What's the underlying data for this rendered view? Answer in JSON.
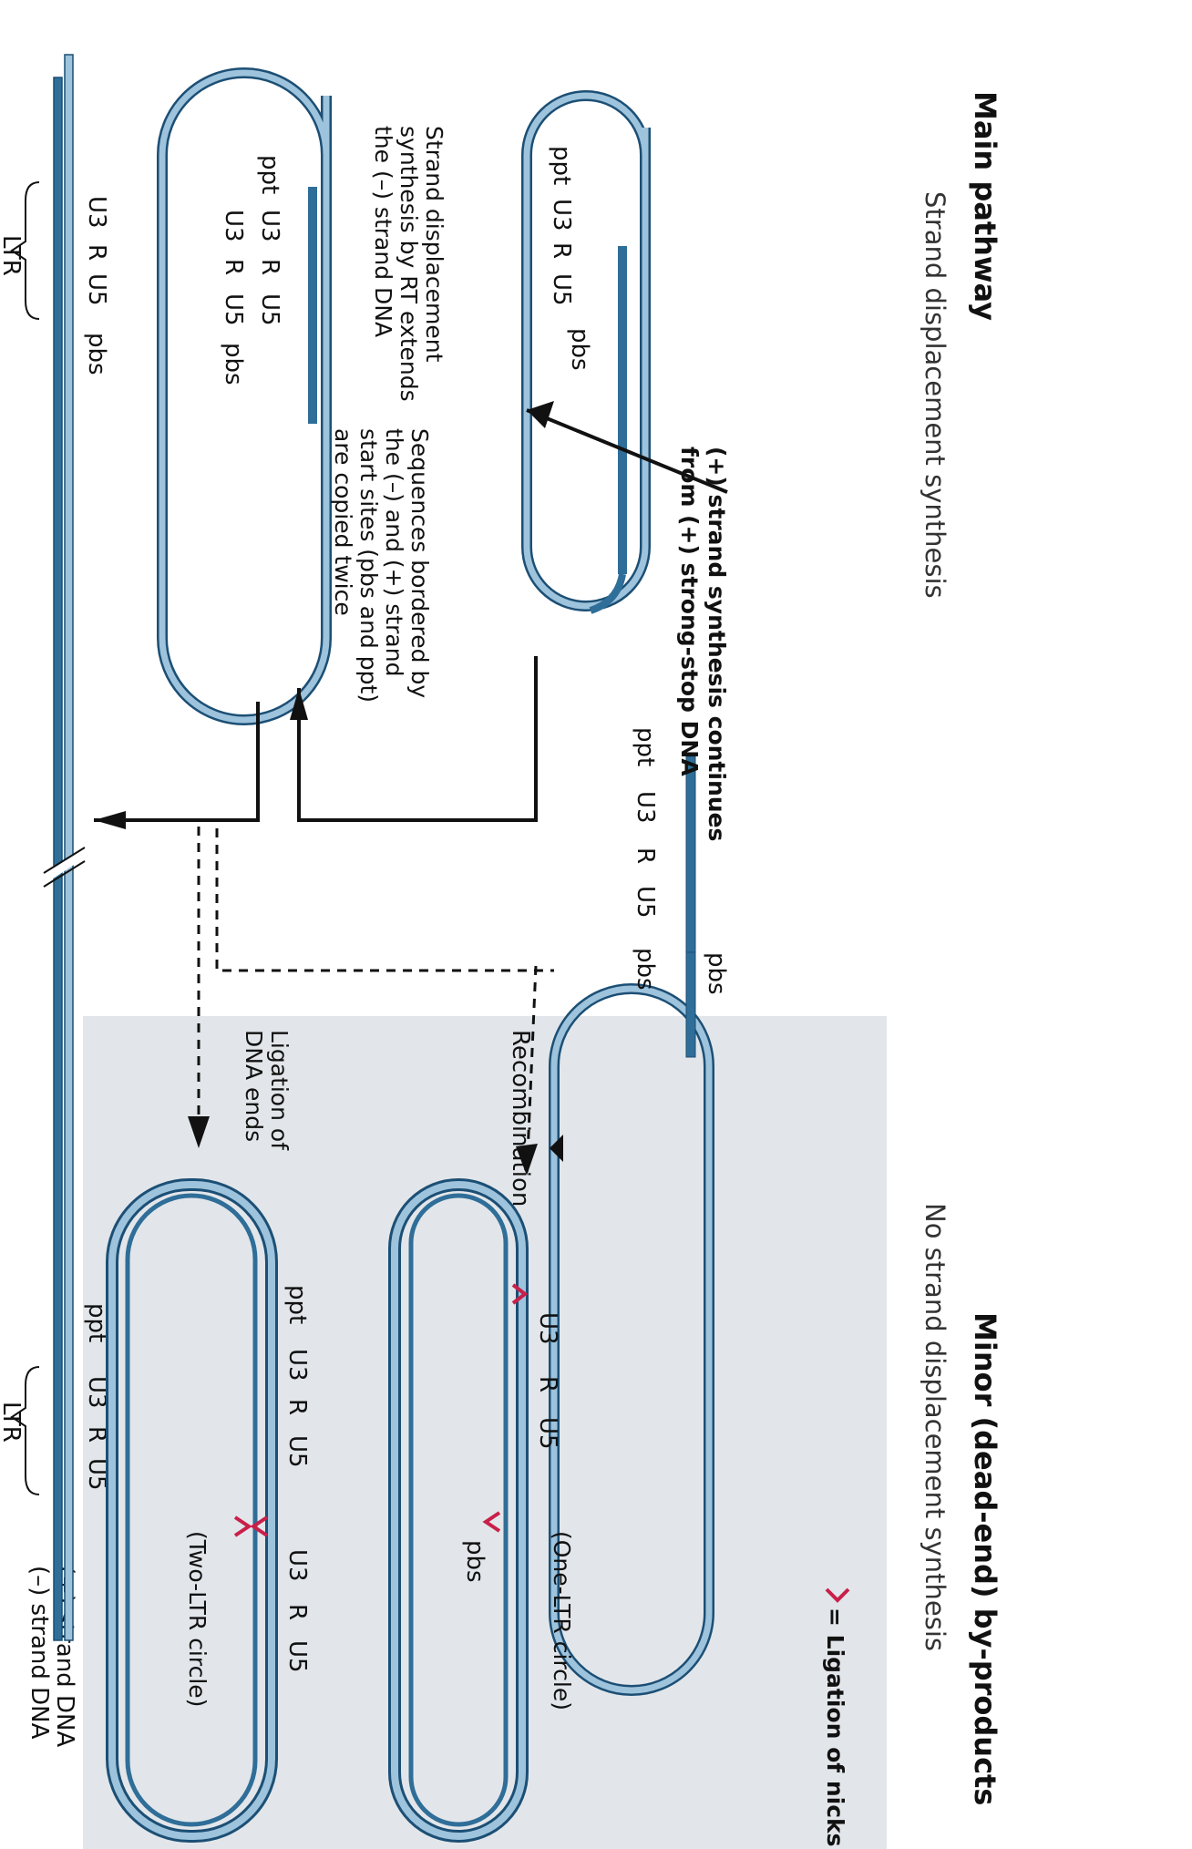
{
  "colors": {
    "plus_strand": "#9ec3dc",
    "minus_strand": "#2f6e98",
    "outline": "#1c4f75",
    "minor_panel_bg": "#e2e6ea",
    "ligation_mark": "#c8204a",
    "arrow": "#111111"
  },
  "headings": {
    "main": "Main pathway",
    "main_sub": "Strand displacement synthesis",
    "minor": "Minor (dead-end) by-products",
    "minor_sub": "No strand displacement synthesis"
  },
  "legend": {
    "ligation": "= Ligation of nicks",
    "plus_strand": "(+) strand DNA",
    "minus_strand": "(–) strand DNA"
  },
  "captions": {
    "continues": [
      "(+) strand synthesis continues",
      "from (+) strong-stop DNA"
    ],
    "displacement": [
      "Strand displacement",
      "synthesis by RT extends",
      "the (–) strand DNA"
    ],
    "copied": [
      "Sequences bordered by",
      "the (–) and (+) strand",
      "start sites (pbs and ppt)",
      "are copied twice"
    ],
    "recombination": "Recombination",
    "ligation_ends": [
      "Ligation of",
      "DNA ends"
    ],
    "one_ltr": "(One-LTR circle)",
    "two_ltr": "(Two-LTR circle)"
  },
  "seq": {
    "ppt": "ppt",
    "u3": "U3",
    "r": "R",
    "u5": "U5",
    "pbs": "pbs",
    "ltr": "LTR"
  }
}
